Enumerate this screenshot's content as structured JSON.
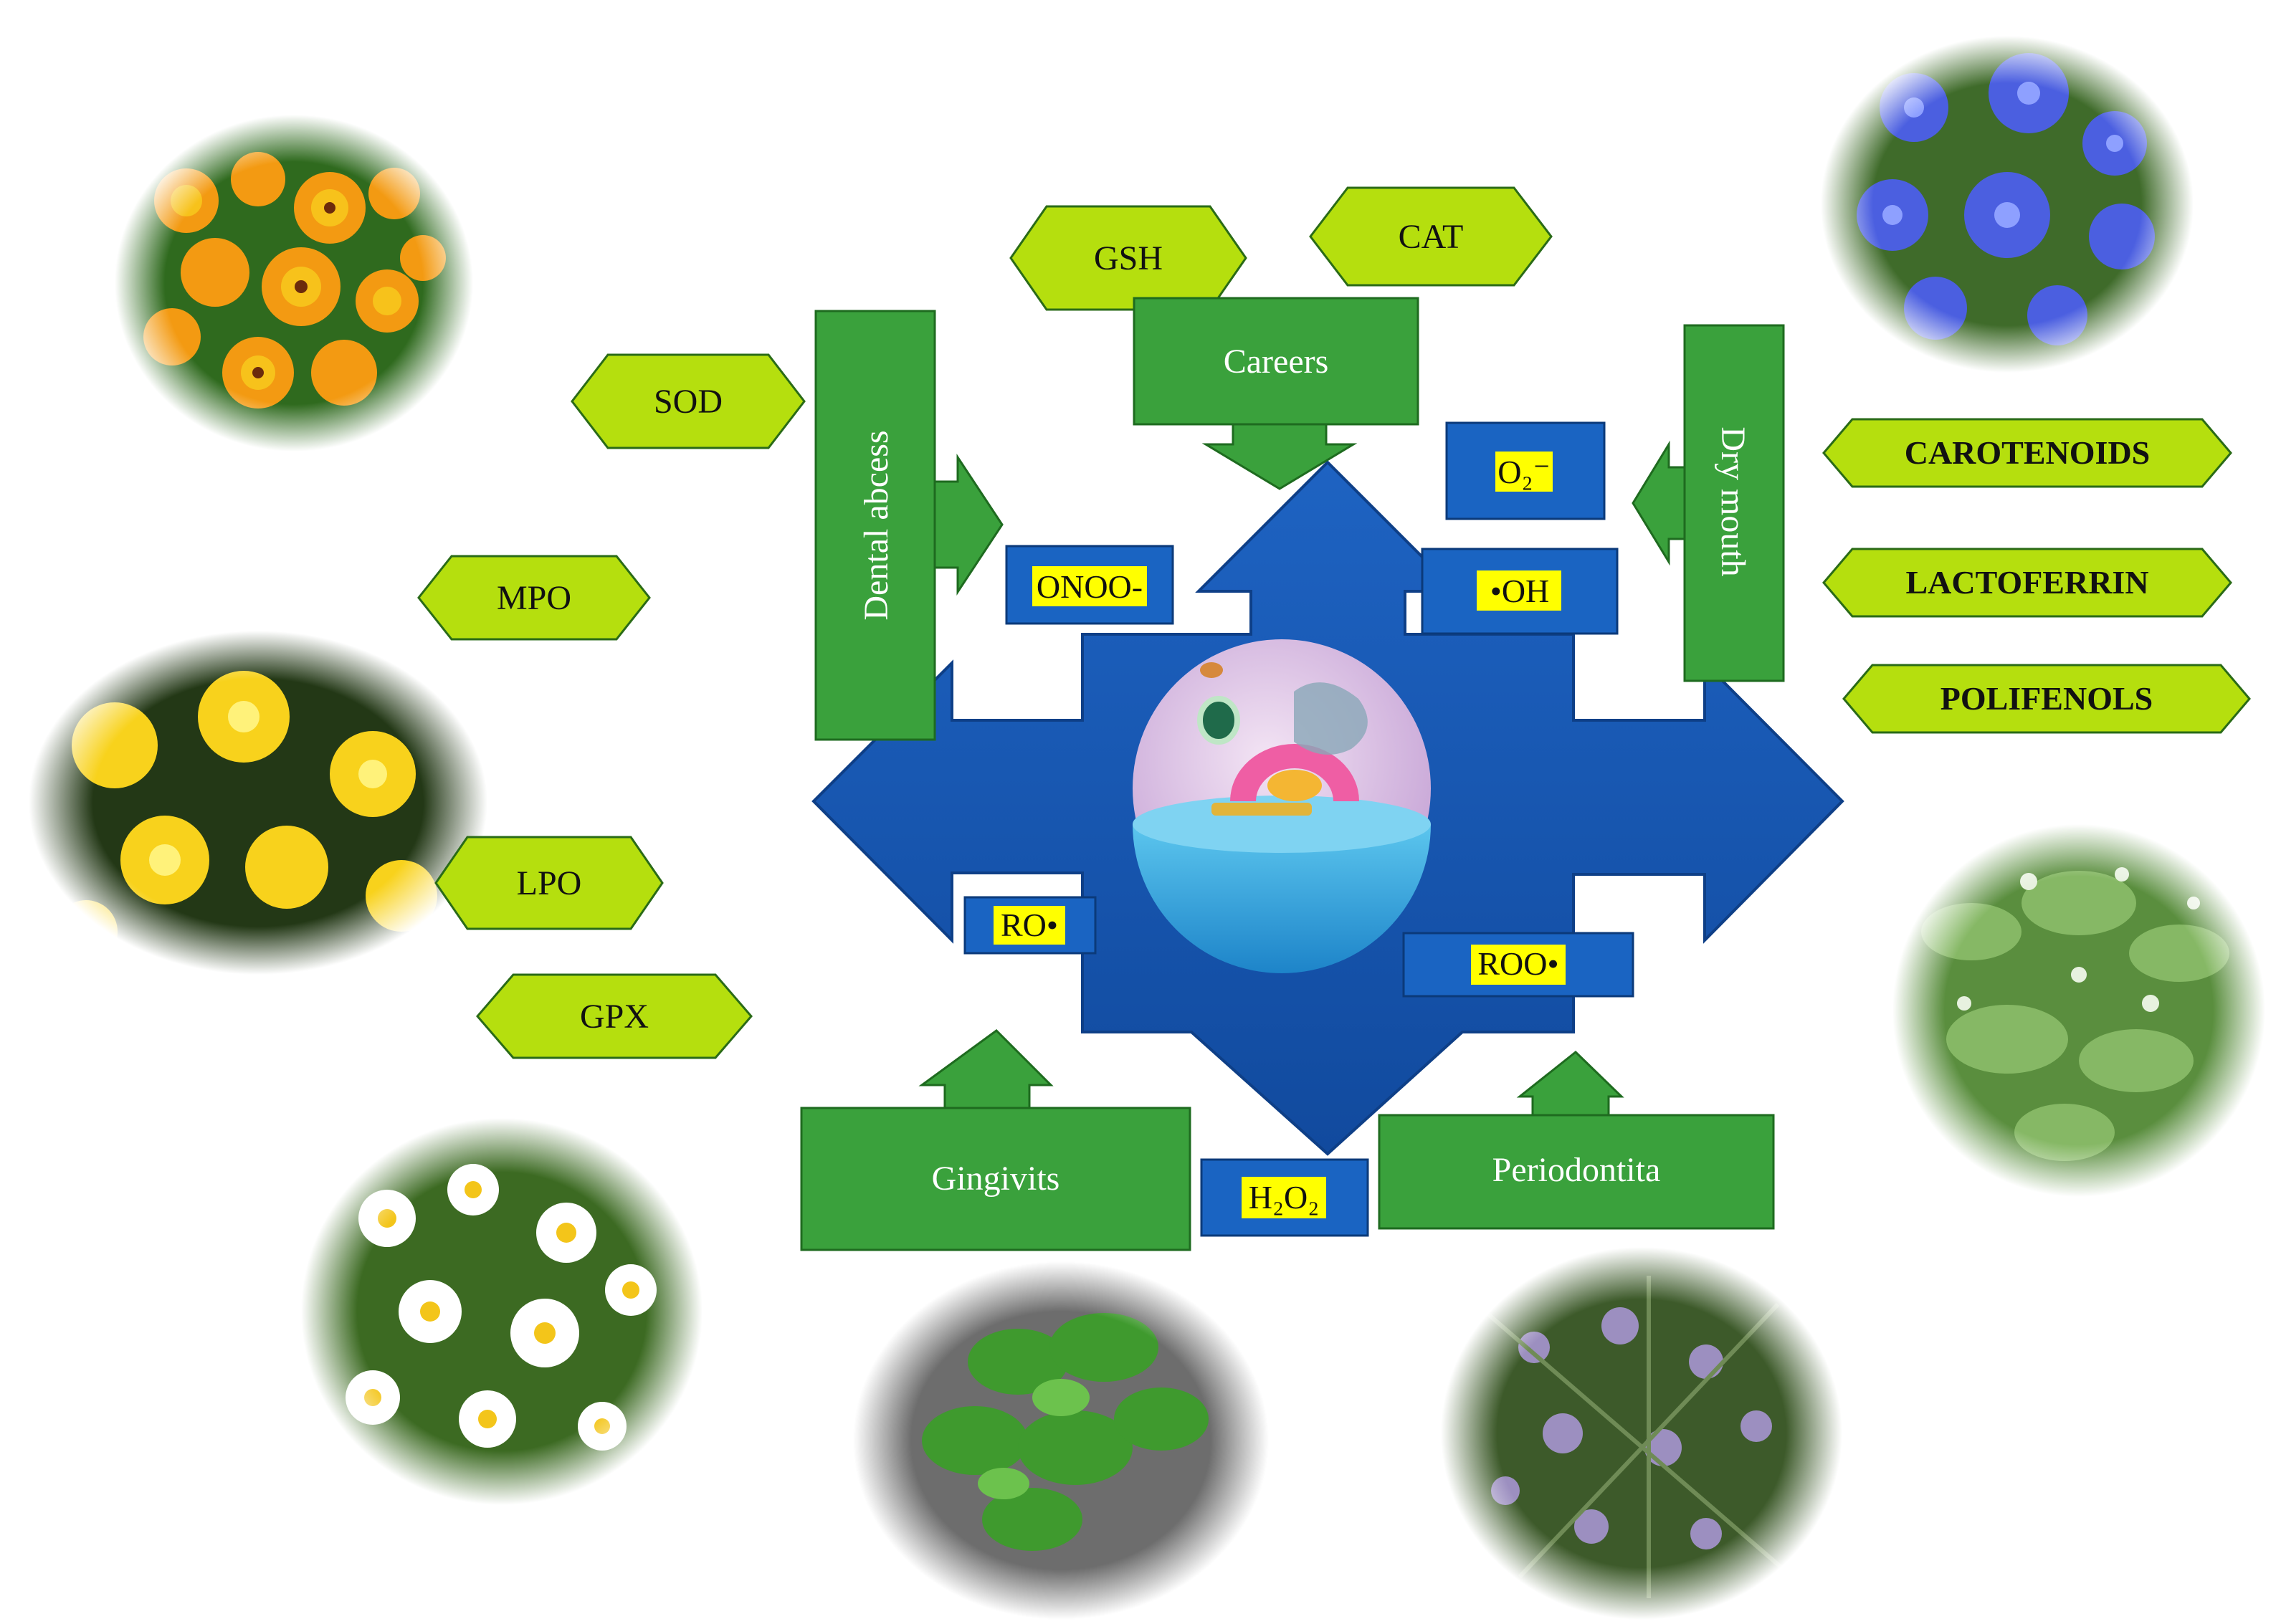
{
  "enzymes": {
    "gsh": "GSH",
    "cat": "CAT",
    "sod": "SOD",
    "mpo": "MPO",
    "lpo": "LPO",
    "gpx": "GPX"
  },
  "antioxidants": {
    "carotenoids": "CAROTENOIDS",
    "lactoferrin": "LACTOFERRIN",
    "polifenols": "POLIFENOLS"
  },
  "conditions": {
    "careers": "Careers",
    "dental_abscess": "Dental abcess",
    "dry_mouth": "Dry mouth",
    "gingivits": "Gingivits",
    "periodontita": "Periodontita"
  },
  "radicals": {
    "onoo": "ONOO-",
    "o2": "O₂⁻",
    "oh": "•OH",
    "ro": "RO•",
    "roo": "ROO•",
    "h2o2": "H₂O₂"
  },
  "plant_photos": [
    "calendula-photo",
    "chicory-photo",
    "dandelion-photo",
    "basil-photo",
    "daisy-photo",
    "mint-photo",
    "rosemary-photo"
  ],
  "colors": {
    "enzyme_fill": "#b5df0e",
    "condition_fill": "#3aa13c",
    "central_arrow": "#1656b3",
    "radical_box": "#1a64c2",
    "radical_highlight": "#ffff00"
  }
}
